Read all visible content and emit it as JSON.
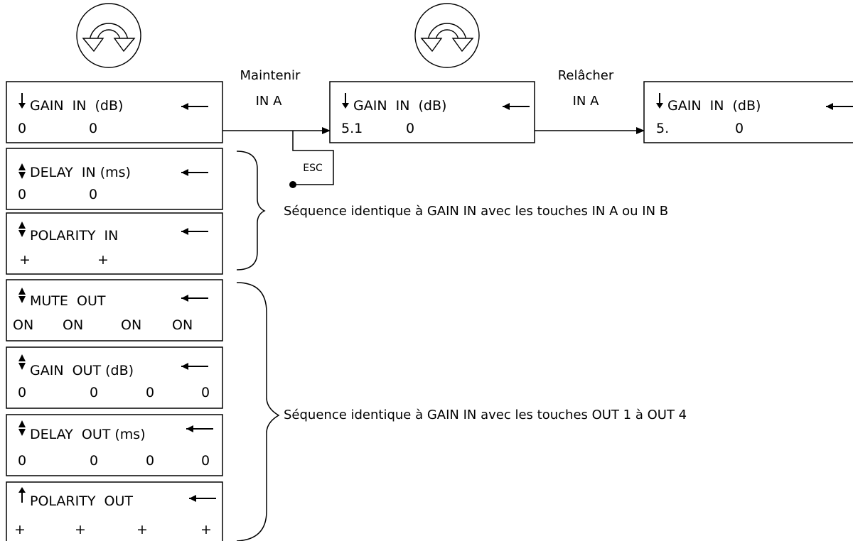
{
  "rotary_icon": "rotary-encoder-icon",
  "input_screens": [
    {
      "line1": "GAIN  IN  (dB)",
      "values": [
        "0",
        "0"
      ],
      "nav": "down"
    },
    {
      "line1": "DELAY  IN (ms)",
      "values": [
        "0",
        "0"
      ],
      "nav": "updown"
    },
    {
      "line1": "POLARITY  IN",
      "values": [
        "+",
        "+"
      ],
      "nav": "updown"
    }
  ],
  "output_screens": [
    {
      "line1": "MUTE  OUT",
      "values": [
        "ON",
        "ON",
        "ON",
        "ON"
      ],
      "nav": "updown"
    },
    {
      "line1": "GAIN  OUT (dB)",
      "values": [
        "0",
        "0",
        "0",
        "0"
      ],
      "nav": "updown"
    },
    {
      "line1": "DELAY  OUT (ms)",
      "values": [
        "0",
        "0",
        "0",
        "0"
      ],
      "nav": "updown"
    },
    {
      "line1": "POLARITY  OUT",
      "values": [
        "+",
        "+",
        "+",
        "+"
      ],
      "nav": "up"
    }
  ],
  "flow": {
    "hold_label": [
      "Maintenir",
      "IN A"
    ],
    "esc_label": "ESC",
    "release_label": [
      "Relâcher",
      "IN A"
    ],
    "screen_hold": {
      "line1": "GAIN  IN  (dB)",
      "values": [
        "5.1",
        "0"
      ],
      "nav": "down"
    },
    "screen_release": {
      "line1": "GAIN  IN  (dB)",
      "values": [
        "5.",
        "0"
      ],
      "nav": "down"
    }
  },
  "notes": {
    "inputs": "Séquence identique à GAIN IN avec les touches IN A ou IN B",
    "outputs": "Séquence identique à GAIN IN avec les touches OUT 1 à OUT 4"
  }
}
